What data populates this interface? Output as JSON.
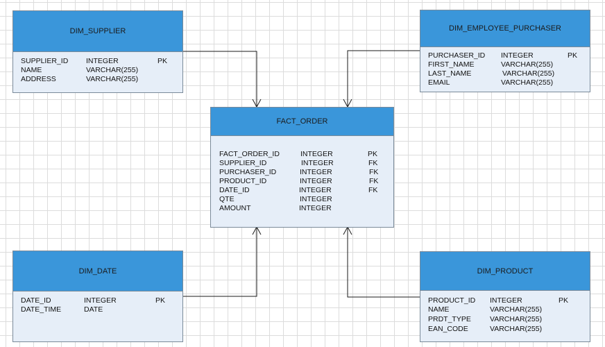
{
  "entities": {
    "dim_supplier": {
      "title": "DIM_SUPPLIER",
      "rows": [
        {
          "name": "SUPPLIER_ID",
          "type": "INTEGER",
          "key": "PK"
        },
        {
          "name": "NAME",
          "type": "VARCHAR(255)",
          "key": ""
        },
        {
          "name": "ADDRESS",
          "type": "VARCHAR(255)",
          "key": ""
        }
      ]
    },
    "dim_employee_purchaser": {
      "title": "DIM_EMPLOYEE_PURCHASER",
      "rows": [
        {
          "name": "PURCHASER_ID",
          "type": "INTEGER",
          "key": "PK"
        },
        {
          "name": "FIRST_NAME",
          "type": "VARCHAR(255)",
          "key": ""
        },
        {
          "name": "LAST_NAME",
          "type": "VARCHAR(255)",
          "key": ""
        },
        {
          "name": "EMAIL",
          "type": "VARCHAR(255)",
          "key": ""
        }
      ]
    },
    "fact_order": {
      "title": "FACT_ORDER",
      "rows": [
        {
          "name": "FACT_ORDER_ID",
          "type": "INTEGER",
          "key": "PK"
        },
        {
          "name": "SUPPLIER_ID",
          "type": "INTEGER",
          "key": "FK"
        },
        {
          "name": "PURCHASER_ID",
          "type": "INTEGER",
          "key": "FK"
        },
        {
          "name": "PRODUCT_ID",
          "type": "INTEGER",
          "key": "FK"
        },
        {
          "name": "DATE_ID",
          "type": "INTEGER",
          "key": "FK"
        },
        {
          "name": "QTE",
          "type": "INTEGER",
          "key": ""
        },
        {
          "name": "AMOUNT",
          "type": "INTEGER",
          "key": ""
        }
      ]
    },
    "dim_date": {
      "title": "DIM_DATE",
      "rows": [
        {
          "name": "DATE_ID",
          "type": "INTEGER",
          "key": "PK"
        },
        {
          "name": "DATE_TIME",
          "type": "DATE",
          "key": ""
        }
      ]
    },
    "dim_product": {
      "title": "DIM_PRODUCT",
      "rows": [
        {
          "name": "PRODUCT_ID",
          "type": "INTEGER",
          "key": "PK"
        },
        {
          "name": "NAME",
          "type": "VARCHAR(255)",
          "key": ""
        },
        {
          "name": "PRDT_TYPE",
          "type": "VARCHAR(255)",
          "key": ""
        },
        {
          "name": "EAN_CODE",
          "type": "VARCHAR(255)",
          "key": ""
        }
      ]
    }
  },
  "colors": {
    "header": "#3a96da",
    "body": "#e6eef8",
    "border": "#7a8a99",
    "connector": "#1a1a1a"
  }
}
